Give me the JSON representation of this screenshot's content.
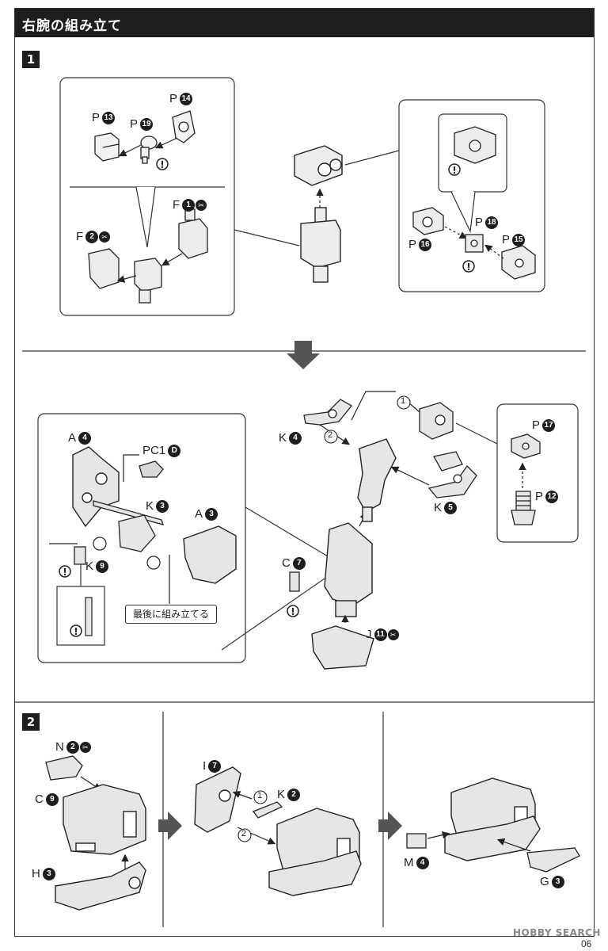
{
  "header": {
    "title": "右腕の組み立て"
  },
  "steps": {
    "step1": "1",
    "step2": "2"
  },
  "labels": {
    "p13": "P",
    "p13n": "13",
    "p19": "P",
    "p19n": "19",
    "p14": "P",
    "p14n": "14",
    "f1": "F",
    "f1n": "1",
    "f2": "F",
    "f2n": "2",
    "p18": "P",
    "p18n": "18",
    "p16": "P",
    "p16n": "16",
    "p15": "P",
    "p15n": "15",
    "a4": "A",
    "a4n": "4",
    "pc1": "PC1",
    "pc1n": "D",
    "k3": "K",
    "k3n": "3",
    "a3": "A",
    "a3n": "3",
    "k9": "K",
    "k9n": "9",
    "k4": "K",
    "k4n": "4",
    "k5": "K",
    "k5n": "5",
    "p17": "P",
    "p17n": "17",
    "p12": "P",
    "p12n": "12",
    "c7": "C",
    "c7n": "7",
    "j11": "J",
    "j11n": "11",
    "n2": "N",
    "n2n": "2",
    "c9": "C",
    "c9n": "9",
    "h3": "H",
    "h3n": "3",
    "i7": "I",
    "i7n": "7",
    "k2": "K",
    "k2n": "2",
    "m4": "M",
    "m4n": "4",
    "g3": "G",
    "g3n": "3",
    "seq1": "1",
    "seq2": "2"
  },
  "notes": {
    "assemble_last": "最後に組み立てる"
  },
  "footer": {
    "watermark": "HOBBY SEARCH",
    "page_number": "06"
  }
}
